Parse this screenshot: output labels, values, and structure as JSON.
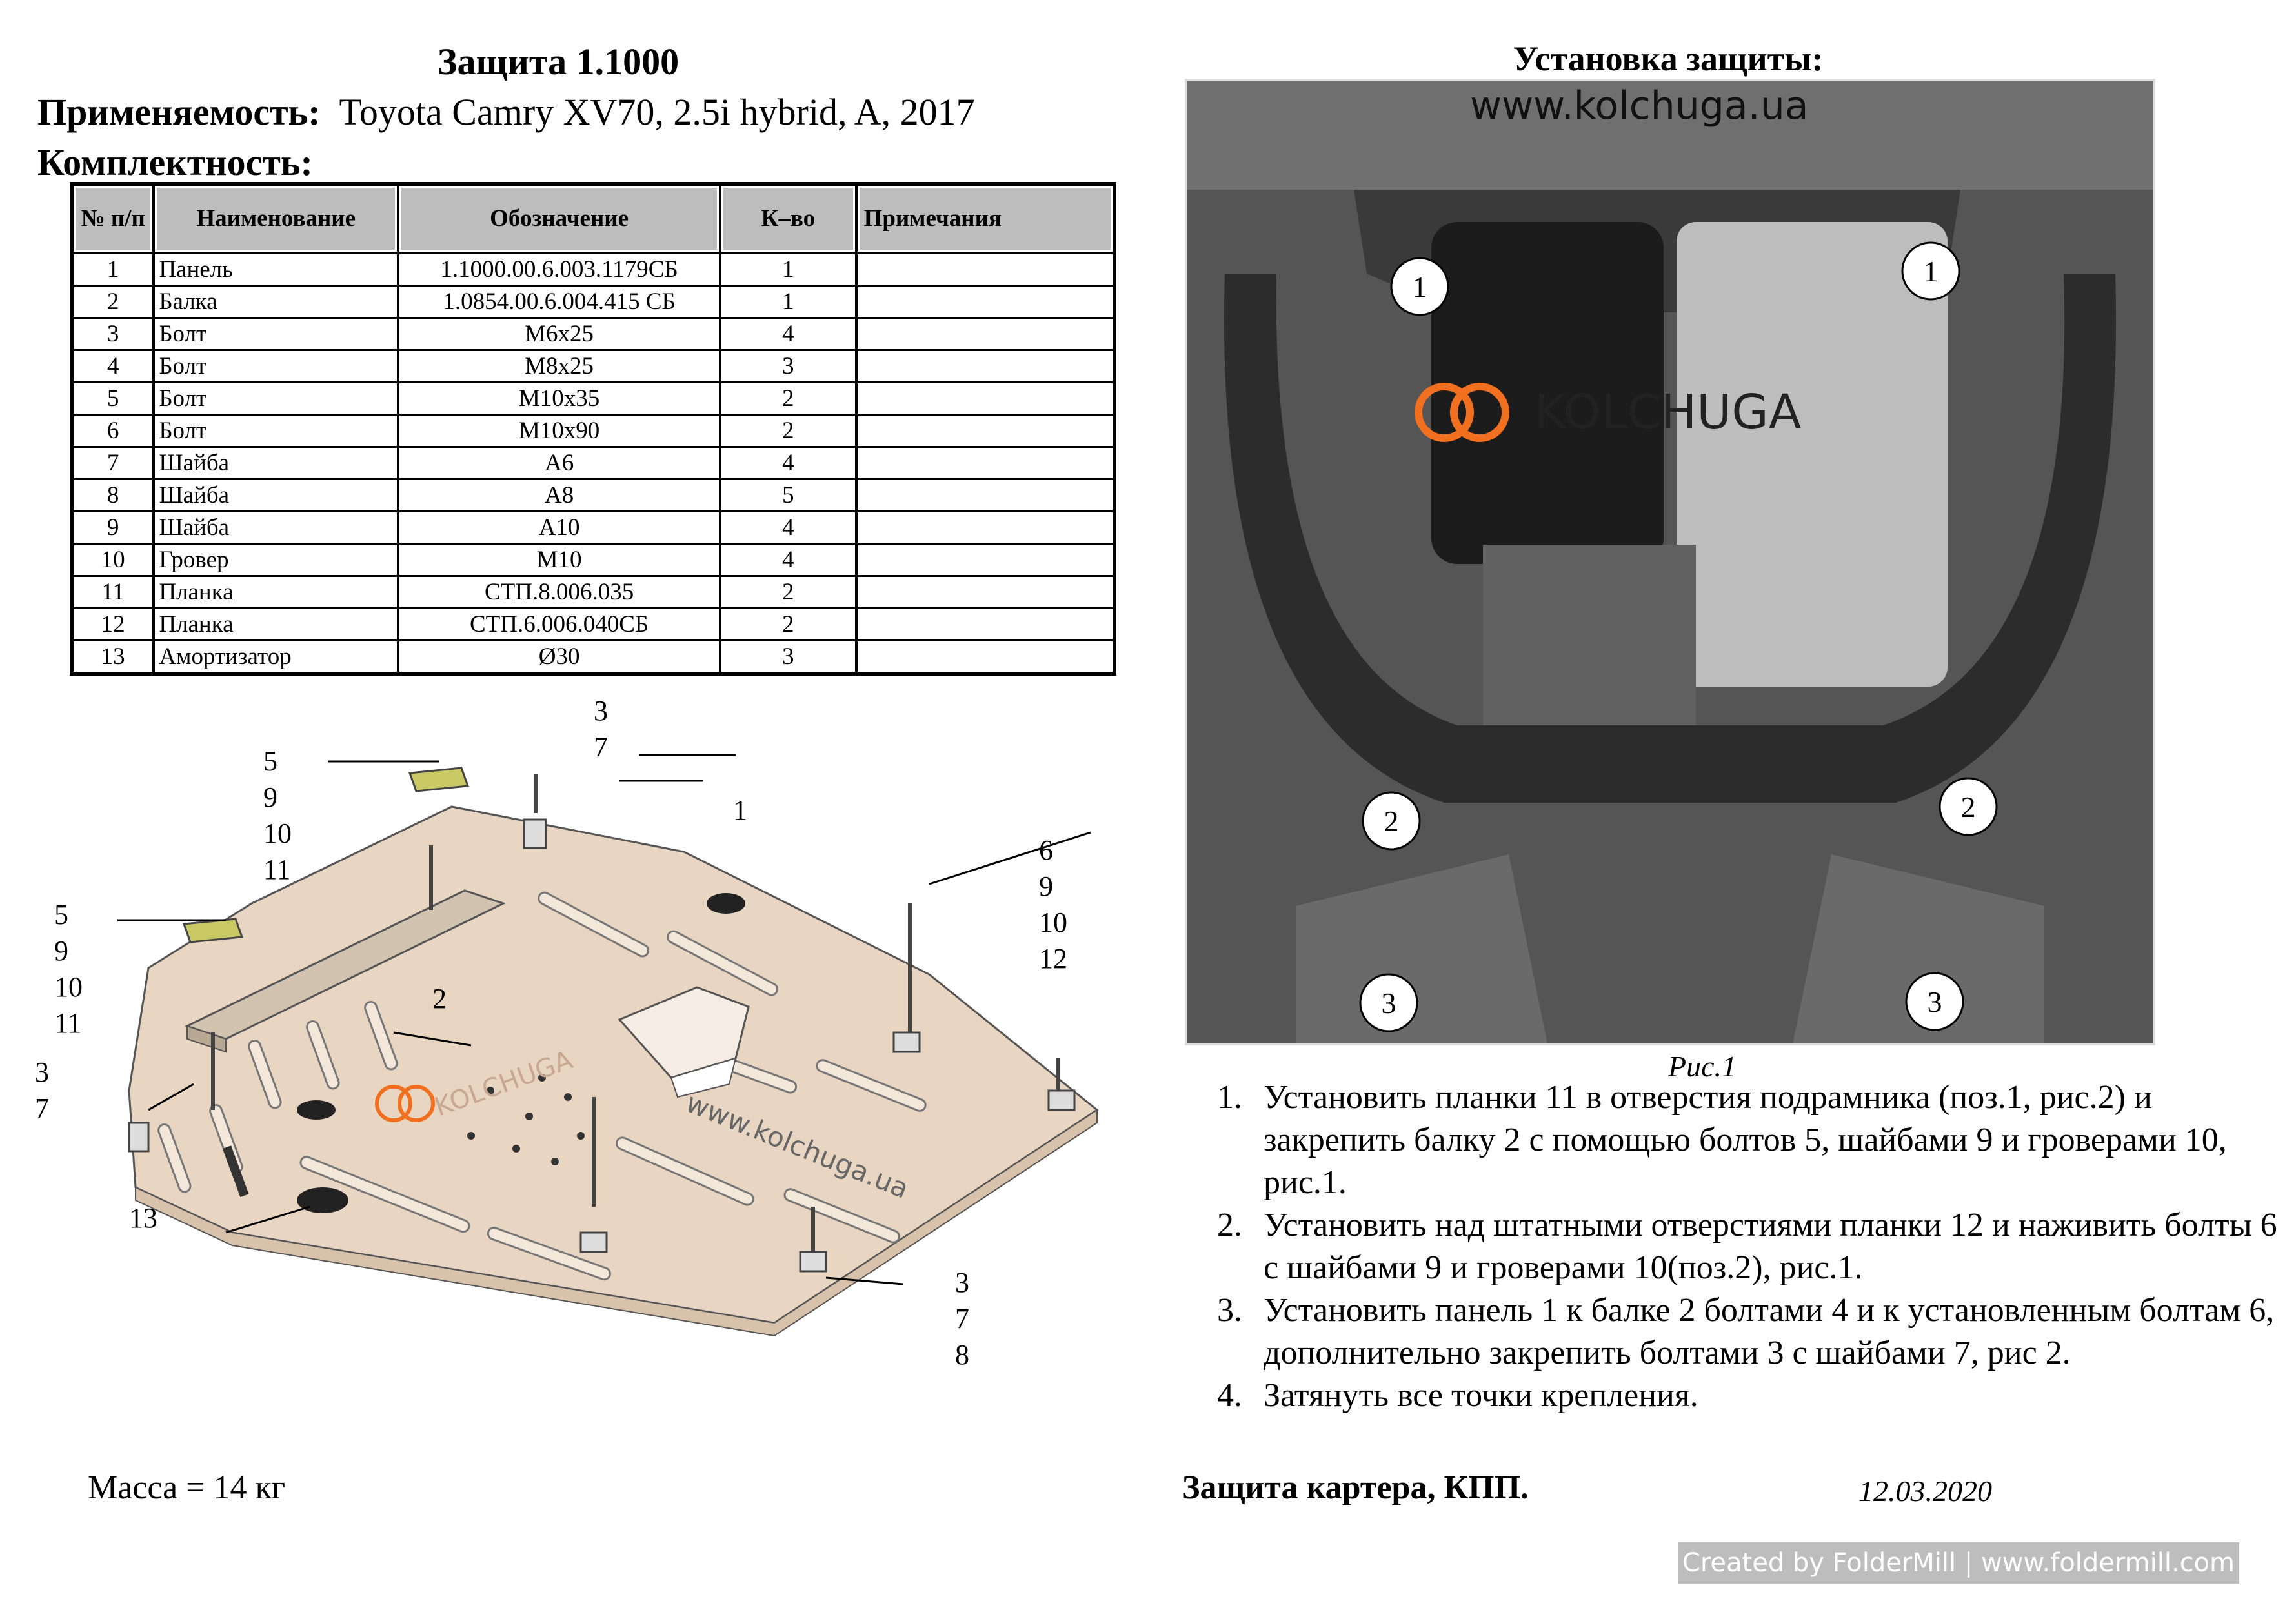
{
  "header": {
    "title": "Защита 1.1000",
    "applicability_label": "Применяемость:",
    "applicability_value": "Toyota Camry XV70, 2.5i hybrid, A, 2017",
    "kit_label": "Комплектность:"
  },
  "table": {
    "headers": [
      "№ п/п",
      "Наименование",
      "Обозначение",
      "К–во",
      "Примечания"
    ],
    "rows": [
      {
        "n": "1",
        "name": "Панель",
        "code": "1.1000.00.6.003.1179СБ",
        "qty": "1",
        "note": ""
      },
      {
        "n": "2",
        "name": "Балка",
        "code": "1.0854.00.6.004.415 СБ",
        "qty": "1",
        "note": ""
      },
      {
        "n": "3",
        "name": "Болт",
        "code": "М6х25",
        "qty": "4",
        "note": ""
      },
      {
        "n": "4",
        "name": "Болт",
        "code": "М8х25",
        "qty": "3",
        "note": ""
      },
      {
        "n": "5",
        "name": "Болт",
        "code": "М10х35",
        "qty": "2",
        "note": ""
      },
      {
        "n": "6",
        "name": "Болт",
        "code": "М10х90",
        "qty": "2",
        "note": ""
      },
      {
        "n": "7",
        "name": "Шайба",
        "code": "А6",
        "qty": "4",
        "note": ""
      },
      {
        "n": "8",
        "name": "Шайба",
        "code": "А8",
        "qty": "5",
        "note": ""
      },
      {
        "n": "9",
        "name": "Шайба",
        "code": "А10",
        "qty": "4",
        "note": ""
      },
      {
        "n": "10",
        "name": "Гровер",
        "code": "М10",
        "qty": "4",
        "note": ""
      },
      {
        "n": "11",
        "name": "Планка",
        "code": "СТП.8.006.035",
        "qty": "2",
        "note": ""
      },
      {
        "n": "12",
        "name": "Планка",
        "code": "СТП.6.006.040СБ",
        "qty": "2",
        "note": ""
      },
      {
        "n": "13",
        "name": "Амортизатор",
        "code": "Ø30",
        "qty": "3",
        "note": ""
      }
    ]
  },
  "diagram": {
    "callouts": {
      "top_bolt": "3\n7",
      "beam_right": "5\n9\n10\n11",
      "panel": "1",
      "right_bolt": "6\n9\n10\n12",
      "beam_left": "5\n9\n10\n11",
      "left_bolt": "3\n7",
      "beam": "2",
      "damper": "13",
      "bottom_bolt": "3\n7\n8"
    },
    "brand": "KOLCHUGA",
    "url": "www.kolchuga.ua"
  },
  "mass": "Масса = 14 кг",
  "install": {
    "title": "Установка защиты:",
    "photo_url": "www.kolchuga.ua",
    "photo_brand": "KOLCHUGA",
    "markers": [
      "1",
      "1",
      "2",
      "2",
      "3",
      "3"
    ],
    "caption": "Рис.1",
    "steps": [
      "Установить планки 11 в отверстия подрамника (поз.1, рис.2) и закрепить балку 2 с помощью болтов 5, шайбами 9 и гроверами 10, рис.1.",
      "Установить над штатными отверстиями планки 12 и наживить болты 6 с шайбами 9 и гроверами 10(поз.2), рис.1.",
      "Установить панель 1 к балке 2 болтами 4 и к установленным болтам 6, дополнительно закрепить болтами 3 с шайбами 7, рис 2.",
      "Затянуть все точки крепления."
    ]
  },
  "footer": {
    "protection": "Защита картера, КПП.",
    "date": "12.03.2020",
    "watermark": "Created by FolderMill | www.foldermill.com"
  },
  "colors": {
    "panel": "#e8d6c3",
    "beam": "#d2c2b0",
    "plate": "#c8c864",
    "brand_orange": "#f07020",
    "header_gray": "#bdbdbd"
  }
}
